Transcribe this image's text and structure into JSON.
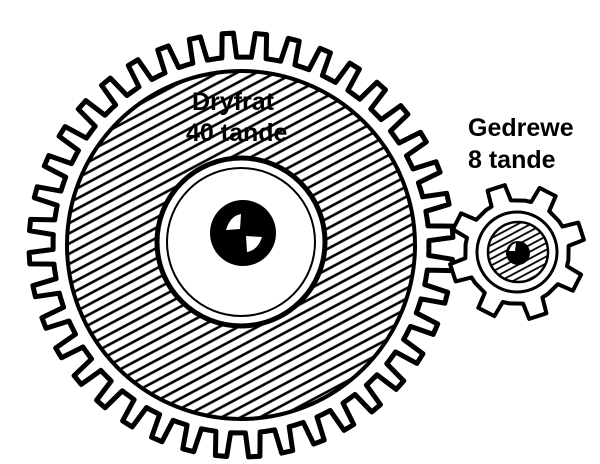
{
  "diagram": {
    "colors": {
      "ink": "#000000",
      "paper": "#ffffff"
    },
    "driving_gear": {
      "name": "Dryfrat",
      "teeth_label": "40 tande",
      "tooth_count": 40
    },
    "driven_gear": {
      "name": "Gedrewe",
      "teeth_label": "8 tande",
      "tooth_count": 8
    }
  }
}
